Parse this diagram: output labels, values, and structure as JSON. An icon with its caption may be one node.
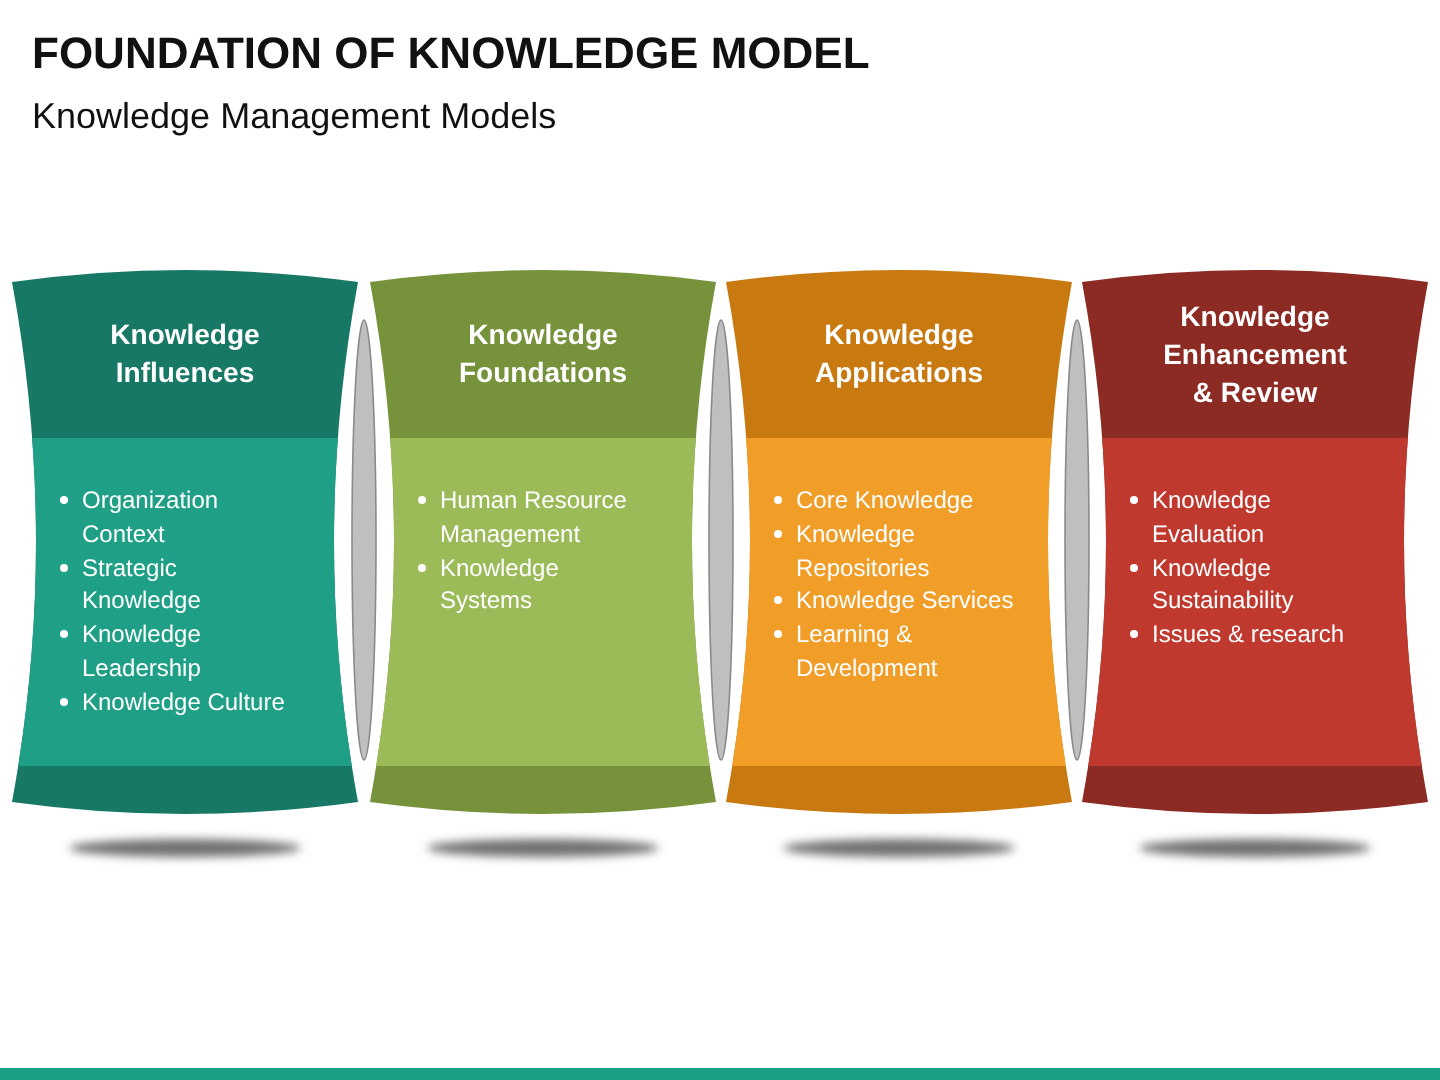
{
  "diagram": {
    "title": "FOUNDATION OF KNOWLEDGE MODEL",
    "nodes": [
      {
        "text": [
          "Knowledge Influences",
          "Organization Context",
          "Strategic Knowledge",
          "Knowledge Leadership",
          "Knowledge Culture"
        ]
      },
      {
        "text": [
          "Knowledge Foundations",
          "Human Resource Management",
          "Knowledge Systems"
        ]
      },
      {
        "text": [
          "Knowledge Applications",
          "Core Knowledge",
          "Knowledge Repositories",
          "Knowledge Services",
          "Learning & Development"
        ]
      },
      {
        "text": [
          "Knowledge Enhancement & Review",
          "Knowledge Evaluation",
          "Knowledge Sustainability",
          "Issues & research"
        ]
      }
    ],
    "labels": [
      "Knowledge Management Models"
    ]
  }
}
